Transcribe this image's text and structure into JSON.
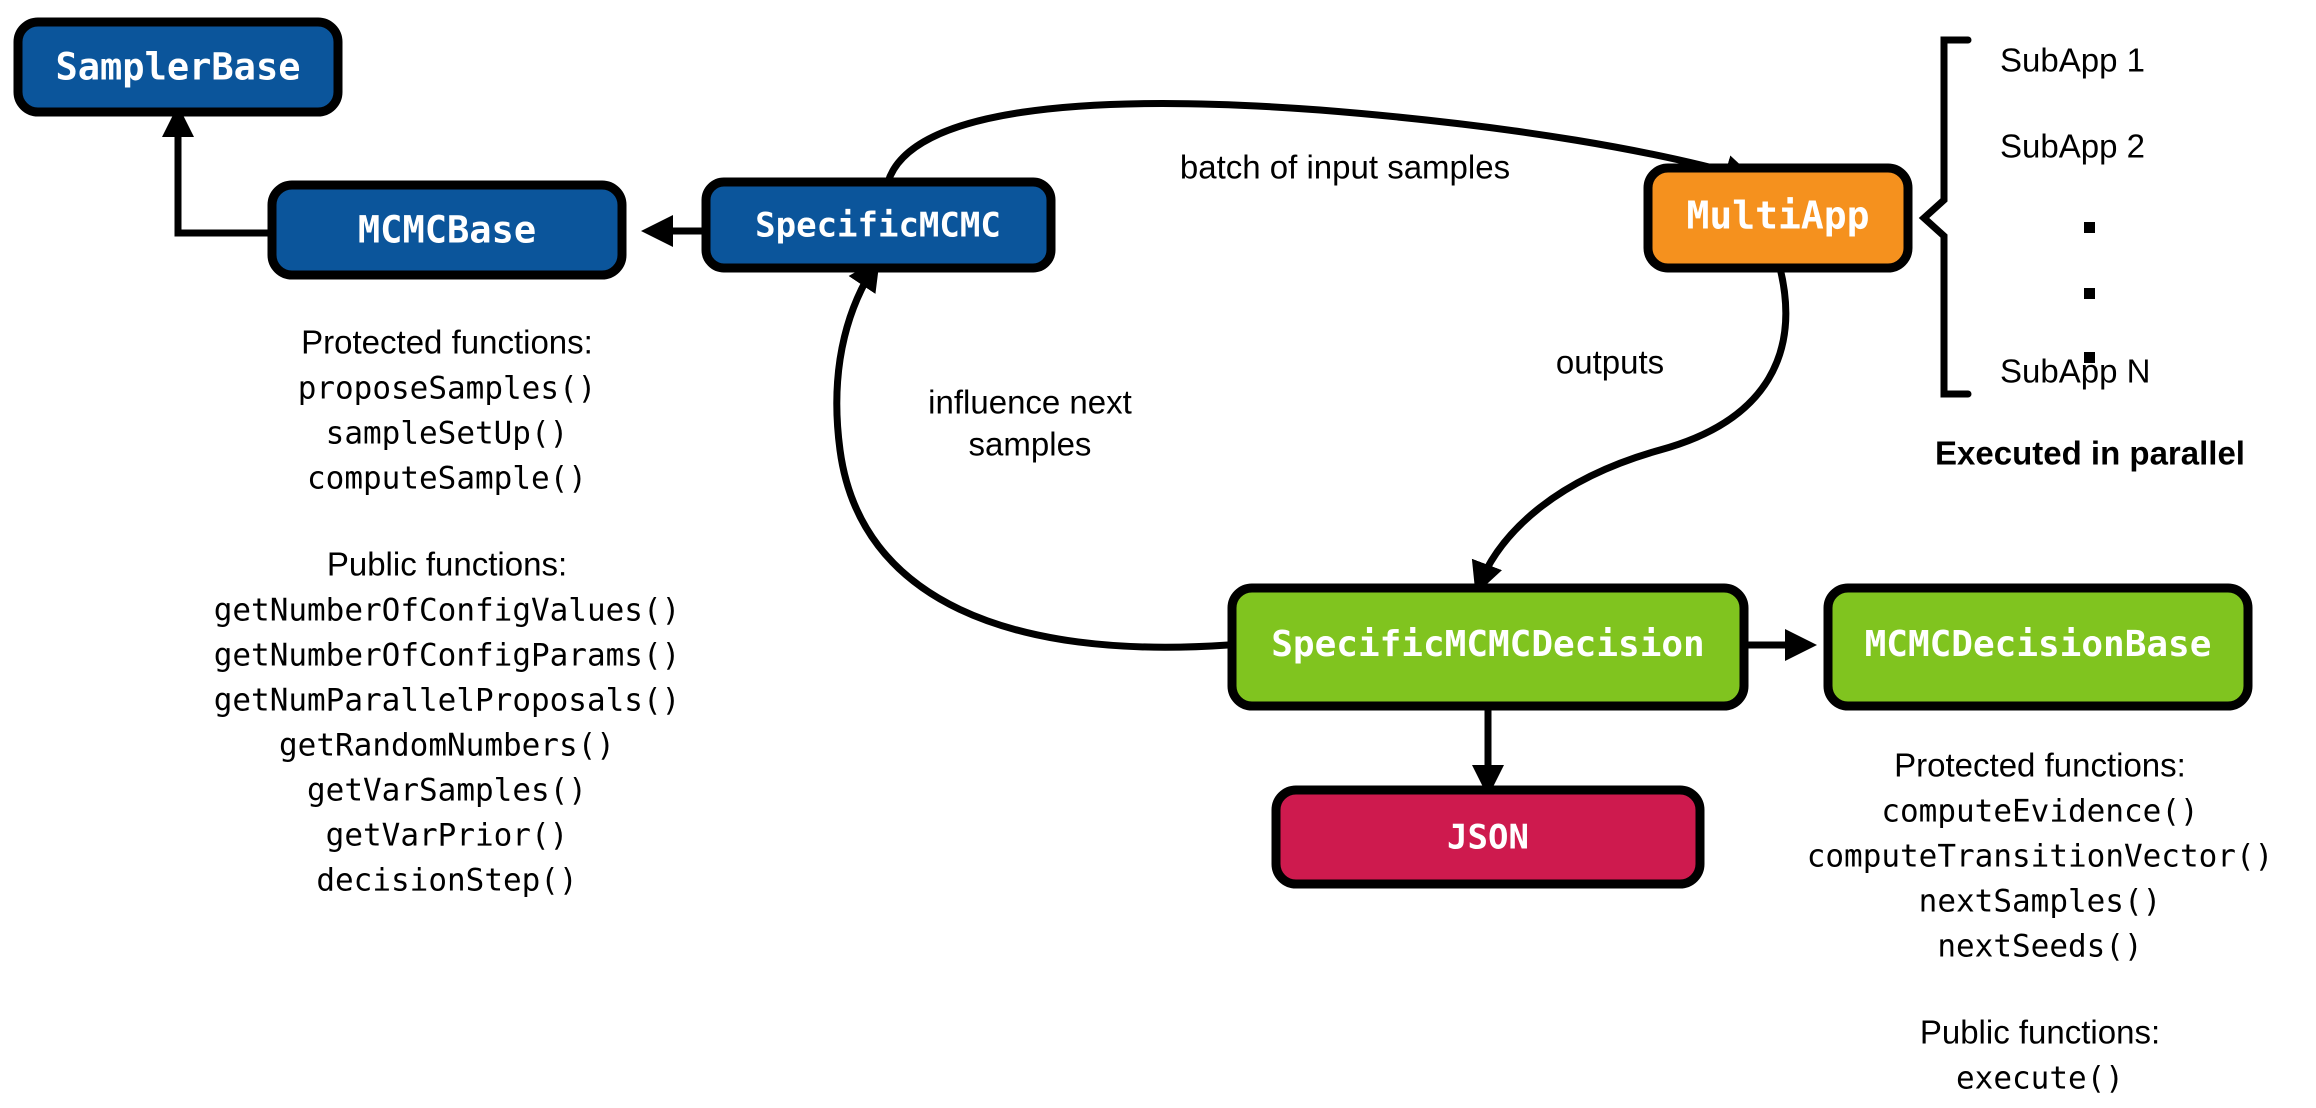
{
  "diagram": {
    "title": "MCMC sampler and MultiApp class architecture",
    "colors": {
      "blue": "#0B559B",
      "orange": "#F5911E",
      "green": "#80C41F",
      "crimson": "#CE1A4E",
      "outline": "#000000",
      "text_on_node": "#FFFFFF",
      "background": "#FFFFFF"
    },
    "nodes": [
      {
        "id": "sampler_base",
        "label": "SamplerBase",
        "color_key": "blue"
      },
      {
        "id": "mcmc_base",
        "label": "MCMCBase",
        "color_key": "blue"
      },
      {
        "id": "specific_mcmc",
        "label": "SpecificMCMC",
        "color_key": "blue"
      },
      {
        "id": "multi_app",
        "label": "MultiApp",
        "color_key": "orange"
      },
      {
        "id": "specific_mcmc_decision",
        "label": "SpecificMCMCDecision",
        "color_key": "green"
      },
      {
        "id": "mcmc_decision_base",
        "label": "MCMCDecisionBase",
        "color_key": "green"
      },
      {
        "id": "json",
        "label": "JSON",
        "color_key": "crimson"
      }
    ],
    "edges": [
      {
        "id": "mcmcbase-to-samplerbase",
        "from": "mcmc_base",
        "to": "sampler_base",
        "label": ""
      },
      {
        "id": "specificmcmc-to-mcmcbase",
        "from": "specific_mcmc",
        "to": "mcmc_base",
        "label": ""
      },
      {
        "id": "specificmcmc-to-multiapp",
        "from": "specific_mcmc",
        "to": "multi_app",
        "label": "batch of input samples"
      },
      {
        "id": "multiapp-to-decision",
        "from": "multi_app",
        "to": "specific_mcmc_decision",
        "label": "outputs"
      },
      {
        "id": "decision-to-specificmcmc",
        "from": "specific_mcmc_decision",
        "to": "specific_mcmc",
        "label": "influence next samples"
      },
      {
        "id": "decision-to-decisionbase",
        "from": "specific_mcmc_decision",
        "to": "mcmc_decision_base",
        "label": ""
      },
      {
        "id": "decision-to-json",
        "from": "specific_mcmc_decision",
        "to": "json",
        "label": ""
      }
    ],
    "edge_labels": {
      "batch_of_input_samples": "batch of input samples",
      "outputs": "outputs",
      "influence_next_line1": "influence next",
      "influence_next_line2": "samples"
    },
    "subapps": {
      "items": [
        "SubApp 1",
        "SubApp 2",
        "SubApp N"
      ],
      "ellipsis_dots": 3,
      "caption": "Executed in parallel"
    },
    "mcmc_functions": {
      "protected_heading": "Protected functions:",
      "protected": [
        "proposeSamples()",
        "sampleSetUp()",
        "computeSample()"
      ],
      "public_heading": "Public functions:",
      "public": [
        "getNumberOfConfigValues()",
        "getNumberOfConfigParams()",
        "getNumParallelProposals()",
        "getRandomNumbers()",
        "getVarSamples()",
        "getVarPrior()",
        "decisionStep()"
      ]
    },
    "decision_functions": {
      "protected_heading": "Protected functions:",
      "protected": [
        "computeEvidence()",
        "computeTransitionVector()",
        "nextSamples()",
        "nextSeeds()"
      ],
      "public_heading": "Public functions:",
      "public": [
        "execute()"
      ]
    }
  }
}
